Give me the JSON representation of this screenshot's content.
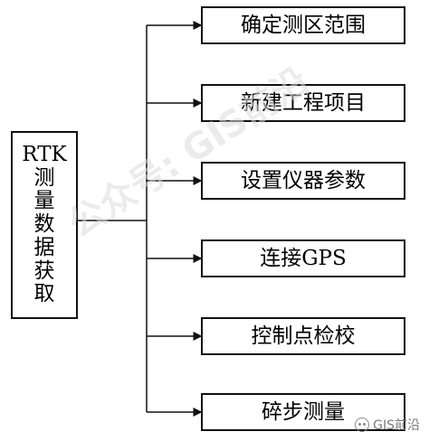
{
  "diagram": {
    "root": {
      "label": "RTK\n测\n量\n数\n据\n获\n取"
    },
    "steps": [
      {
        "label": "确定测区范围"
      },
      {
        "label": "新建工程项目"
      },
      {
        "label": "设置仪器参数"
      },
      {
        "label": "连接GPS"
      },
      {
        "label": "控制点检校"
      },
      {
        "label": "碎步测量"
      }
    ]
  },
  "watermarks": {
    "main": "公众号: GIS前沿",
    "brand": "GIS前沿",
    "brand_icon": "wechat-icon"
  }
}
